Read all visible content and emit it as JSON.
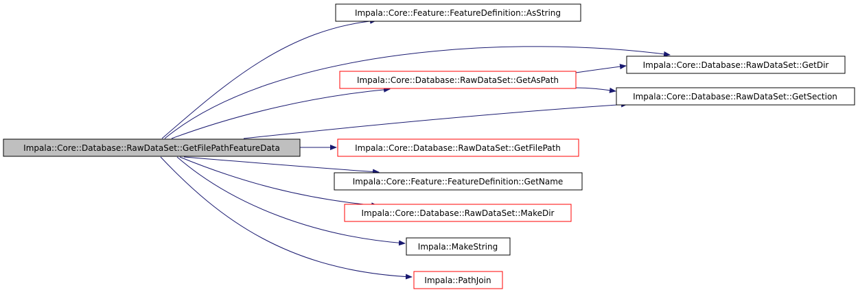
{
  "colors": {
    "edge": "#191970",
    "root_fill": "#bfbfbf",
    "node_border_default": "#000000",
    "node_border_truncated": "#ff0000",
    "node_fill": "#ffffff"
  },
  "nodes": [
    {
      "id": "root",
      "label": "Impala::Core::Database::RawDataSet::GetFilePathFeatureData",
      "root": true
    },
    {
      "id": "asstring",
      "label": "Impala::Core::Feature::FeatureDefinition::AsString",
      "truncated": false
    },
    {
      "id": "getdir",
      "label": "Impala::Core::Database::RawDataSet::GetDir",
      "truncated": false
    },
    {
      "id": "getaspath",
      "label": "Impala::Core::Database::RawDataSet::GetAsPath",
      "truncated": true
    },
    {
      "id": "getsection",
      "label": "Impala::Core::Database::RawDataSet::GetSection",
      "truncated": false
    },
    {
      "id": "getfilepath",
      "label": "Impala::Core::Database::RawDataSet::GetFilePath",
      "truncated": true
    },
    {
      "id": "getname",
      "label": "Impala::Core::Feature::FeatureDefinition::GetName",
      "truncated": false
    },
    {
      "id": "makedir",
      "label": "Impala::Core::Database::RawDataSet::MakeDir",
      "truncated": true
    },
    {
      "id": "makestring",
      "label": "Impala::MakeString",
      "truncated": false
    },
    {
      "id": "pathjoin",
      "label": "Impala::PathJoin",
      "truncated": true
    }
  ],
  "edges": [
    {
      "from": "root",
      "to": "asstring"
    },
    {
      "from": "root",
      "to": "getdir"
    },
    {
      "from": "root",
      "to": "getaspath"
    },
    {
      "from": "root",
      "to": "getsection"
    },
    {
      "from": "root",
      "to": "getfilepath"
    },
    {
      "from": "root",
      "to": "getname"
    },
    {
      "from": "root",
      "to": "makedir"
    },
    {
      "from": "root",
      "to": "makestring"
    },
    {
      "from": "root",
      "to": "pathjoin"
    },
    {
      "from": "getaspath",
      "to": "getdir"
    },
    {
      "from": "getaspath",
      "to": "getsection"
    }
  ]
}
